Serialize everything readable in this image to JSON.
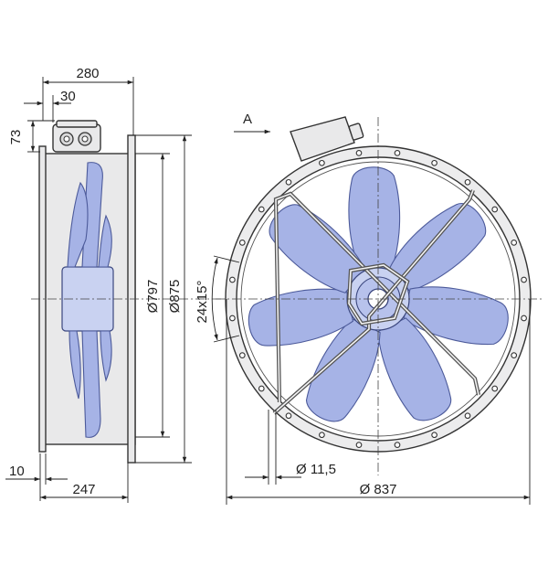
{
  "dimensions": {
    "width_280": "280",
    "flange_30": "30",
    "box_73": "73",
    "dia_797": "Ø797",
    "dia_875": "Ø875",
    "holes_24x15": "24x15°",
    "depth_10": "10",
    "depth_247": "247",
    "hole_dia": "Ø 11,5",
    "dia_837": "Ø 837"
  },
  "view_label": "A",
  "colors": {
    "blade": "#a6b3e6",
    "blade_edge": "#4c5a9a",
    "housing": "#e9e9ea",
    "line": "#222222"
  }
}
